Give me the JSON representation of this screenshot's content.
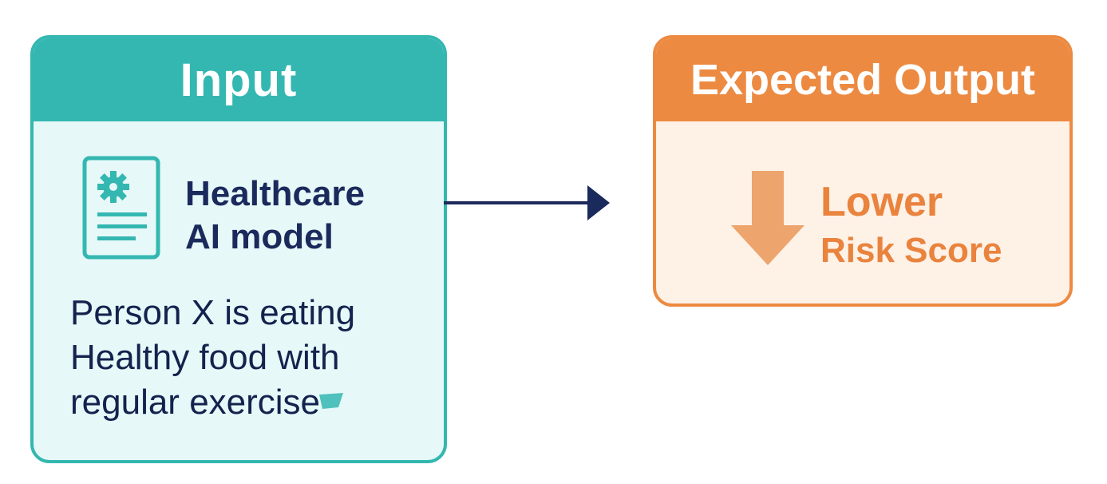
{
  "input_card": {
    "header": "Input",
    "model_title_line1": "Healthcare",
    "model_title_line2": "AI model",
    "description_lines": [
      "Person X is eating",
      "Healthy food with",
      "regular exercise"
    ],
    "icon": "document-gear-icon"
  },
  "output_card": {
    "header": "Expected Output",
    "result_line1": "Lower",
    "result_line2": "Risk Score",
    "icon": "down-arrow-icon"
  },
  "colors": {
    "teal": "#34b7b1",
    "teal_light": "#e6f8f8",
    "navy": "#1b2a5c",
    "orange": "#ec8a42",
    "orange_light": "#fef1e6",
    "orange_arrow": "#eda46d"
  }
}
